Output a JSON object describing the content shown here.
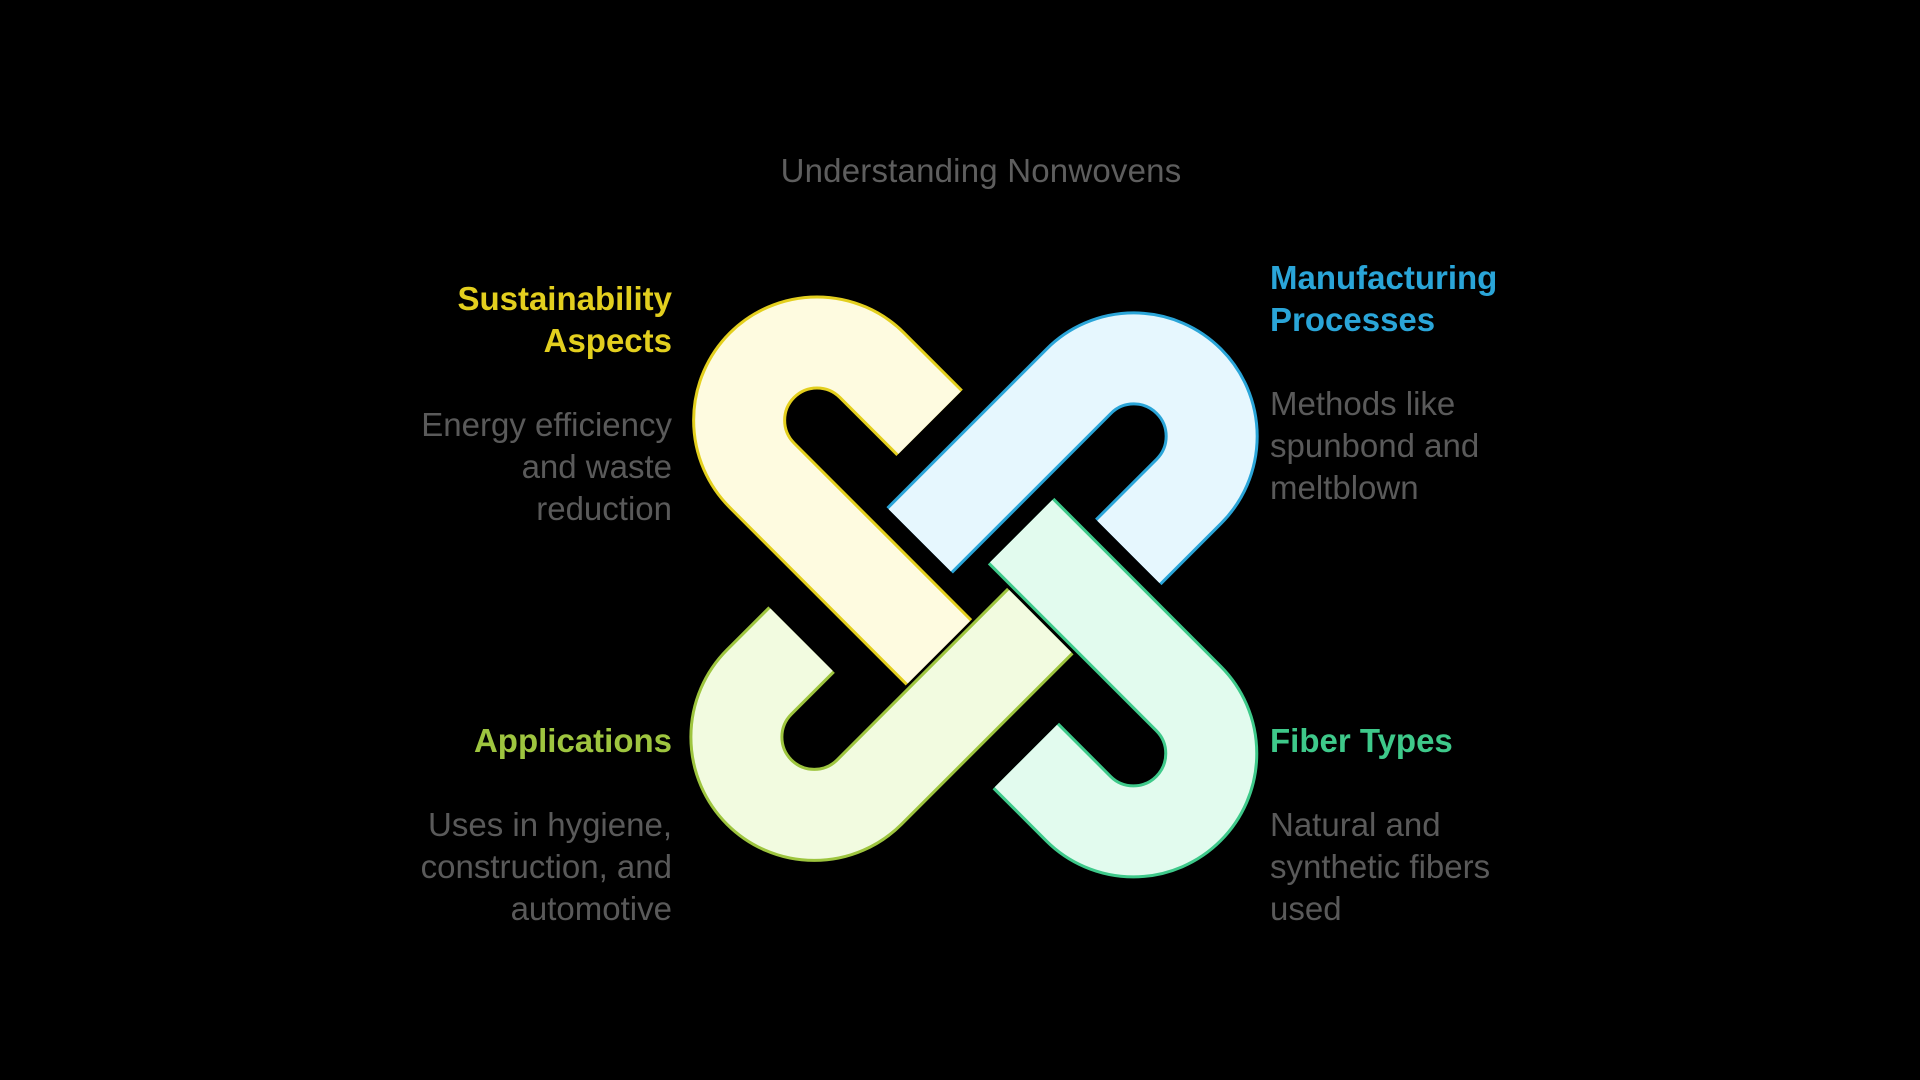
{
  "title": "Understanding Nonwovens",
  "items": {
    "sustainability": {
      "label_line1": "Sustainability",
      "label_line2": "Aspects",
      "desc_line1": "Energy efficiency",
      "desc_line2": "and waste",
      "desc_line3": "reduction",
      "color": "#e3cf1e",
      "fill": "#fefbe0"
    },
    "manufacturing": {
      "label_line1": "Manufacturing",
      "label_line2": "Processes",
      "desc_line1": "Methods like",
      "desc_line2": "spunbond and",
      "desc_line3": "meltblown",
      "color": "#2aa5d8",
      "fill": "#e6f7fe"
    },
    "applications": {
      "label_line1": "Applications",
      "desc_line1": "Uses in hygiene,",
      "desc_line2": "construction, and",
      "desc_line3": "automotive",
      "color": "#9ec53f",
      "fill": "#f2fbe0"
    },
    "fiber": {
      "label_line1": "Fiber Types",
      "desc_line1": "Natural and",
      "desc_line2": "synthetic fibers",
      "desc_line3": "used",
      "color": "#3ec98a",
      "fill": "#e2fbee"
    }
  }
}
